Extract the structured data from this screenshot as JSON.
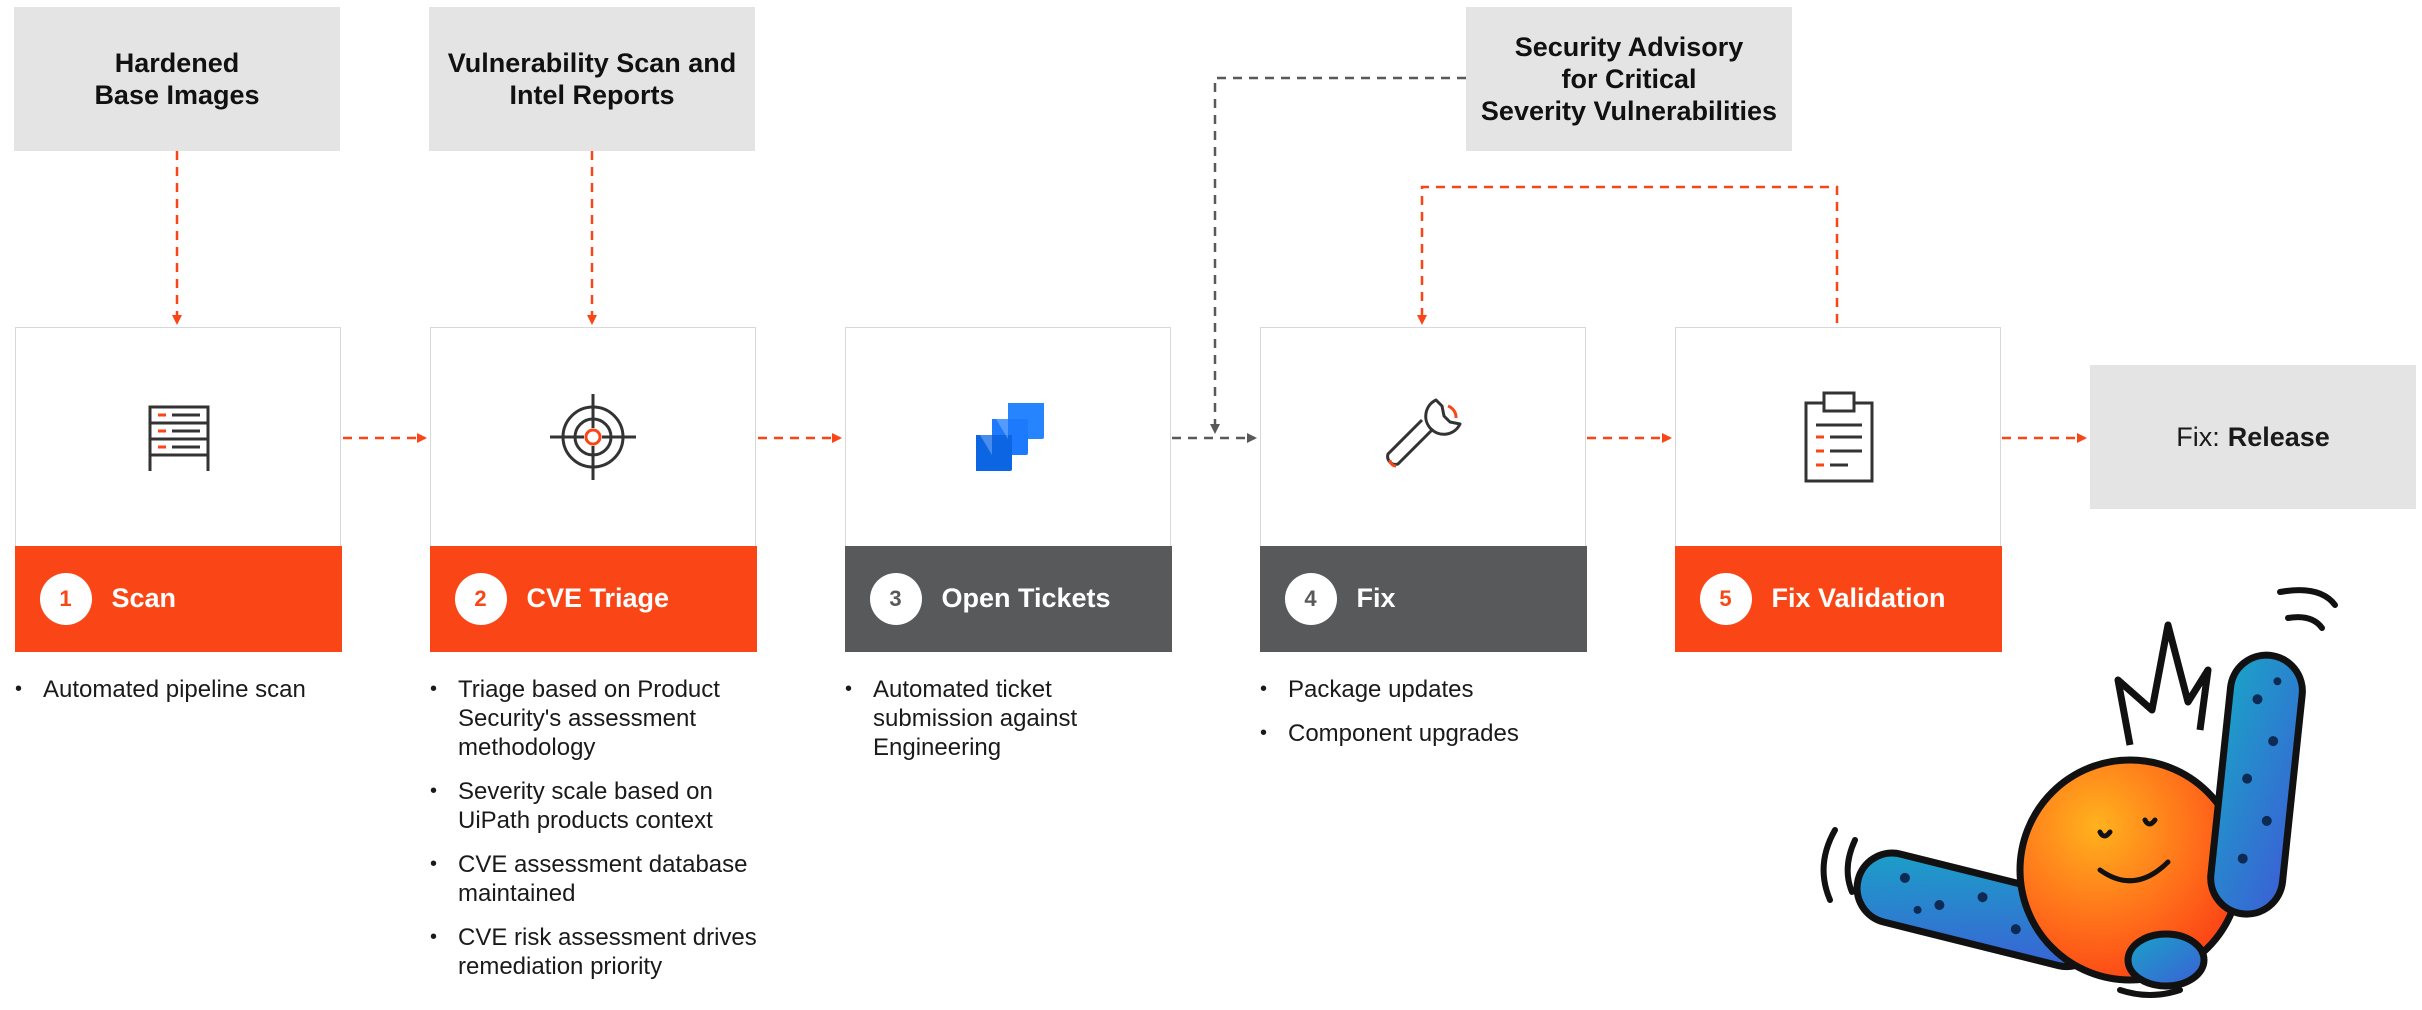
{
  "inputs": [
    {
      "label": "Hardened\nBase Images"
    },
    {
      "label": "Vulnerability Scan and\nIntel Reports"
    },
    {
      "label": "Security Advisory\nfor Critical\nSeverity Vulnerabilities"
    }
  ],
  "steps": [
    {
      "number": "1",
      "label": "Scan",
      "icon": "server-list-icon",
      "color": "#fa4616",
      "bullets": [
        "Automated pipeline scan"
      ]
    },
    {
      "number": "2",
      "label": "CVE Triage",
      "icon": "crosshair-target-icon",
      "color": "#fa4616",
      "bullets": [
        "Triage based on Product Security's assessment methodology",
        "Severity scale based on UiPath products context",
        "CVE assessment database maintained",
        "CVE risk assessment drives remediation priority"
      ]
    },
    {
      "number": "3",
      "label": "Open Tickets",
      "icon": "jira-icon",
      "color": "#58595b",
      "bullets": [
        "Automated ticket submission against Engineering"
      ]
    },
    {
      "number": "4",
      "label": "Fix",
      "icon": "wrench-icon",
      "color": "#58595b",
      "bullets": [
        "Package updates",
        "Component upgrades"
      ]
    },
    {
      "number": "5",
      "label": "Fix Validation",
      "icon": "clipboard-icon",
      "color": "#fa4616",
      "bullets": []
    }
  ],
  "release": {
    "prefix": "Fix:",
    "label": "Release"
  },
  "colors": {
    "accent": "#fa4616",
    "dark": "#58595b",
    "box": "#e4e4e4",
    "jira_blue": "#2684ff"
  },
  "mascot": "waving-mascot-illustration"
}
